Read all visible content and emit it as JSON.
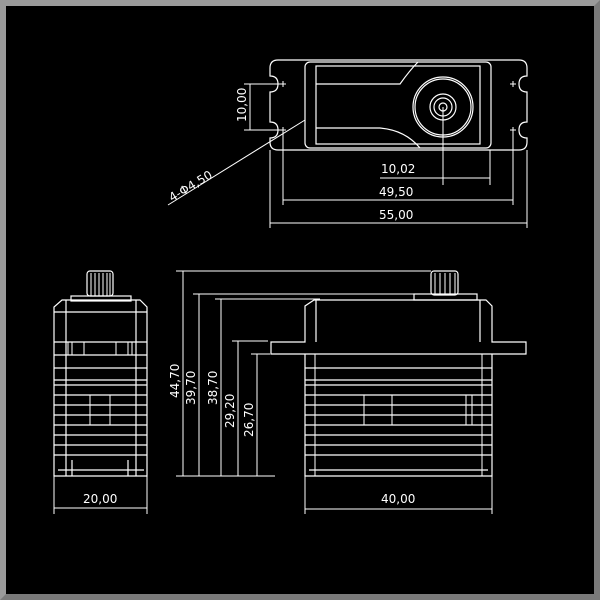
{
  "drawing": {
    "top_view": {
      "hole_spacing": "10,00",
      "hole_label": "4-Φ4,50",
      "output_offset": "10,02",
      "hole_pitch": "49,50",
      "overall_length": "55,00"
    },
    "front_view": {
      "width": "20,00"
    },
    "side_view": {
      "total_height": "44,70",
      "height_to_cap": "39,70",
      "case_height": "38,70",
      "flange_top_height": "29,20",
      "flange_bottom_height": "26,70",
      "length": "40,00"
    }
  },
  "colors": {
    "background": "#000000",
    "lines": "#ffffff",
    "border": "#8a8a8a"
  }
}
